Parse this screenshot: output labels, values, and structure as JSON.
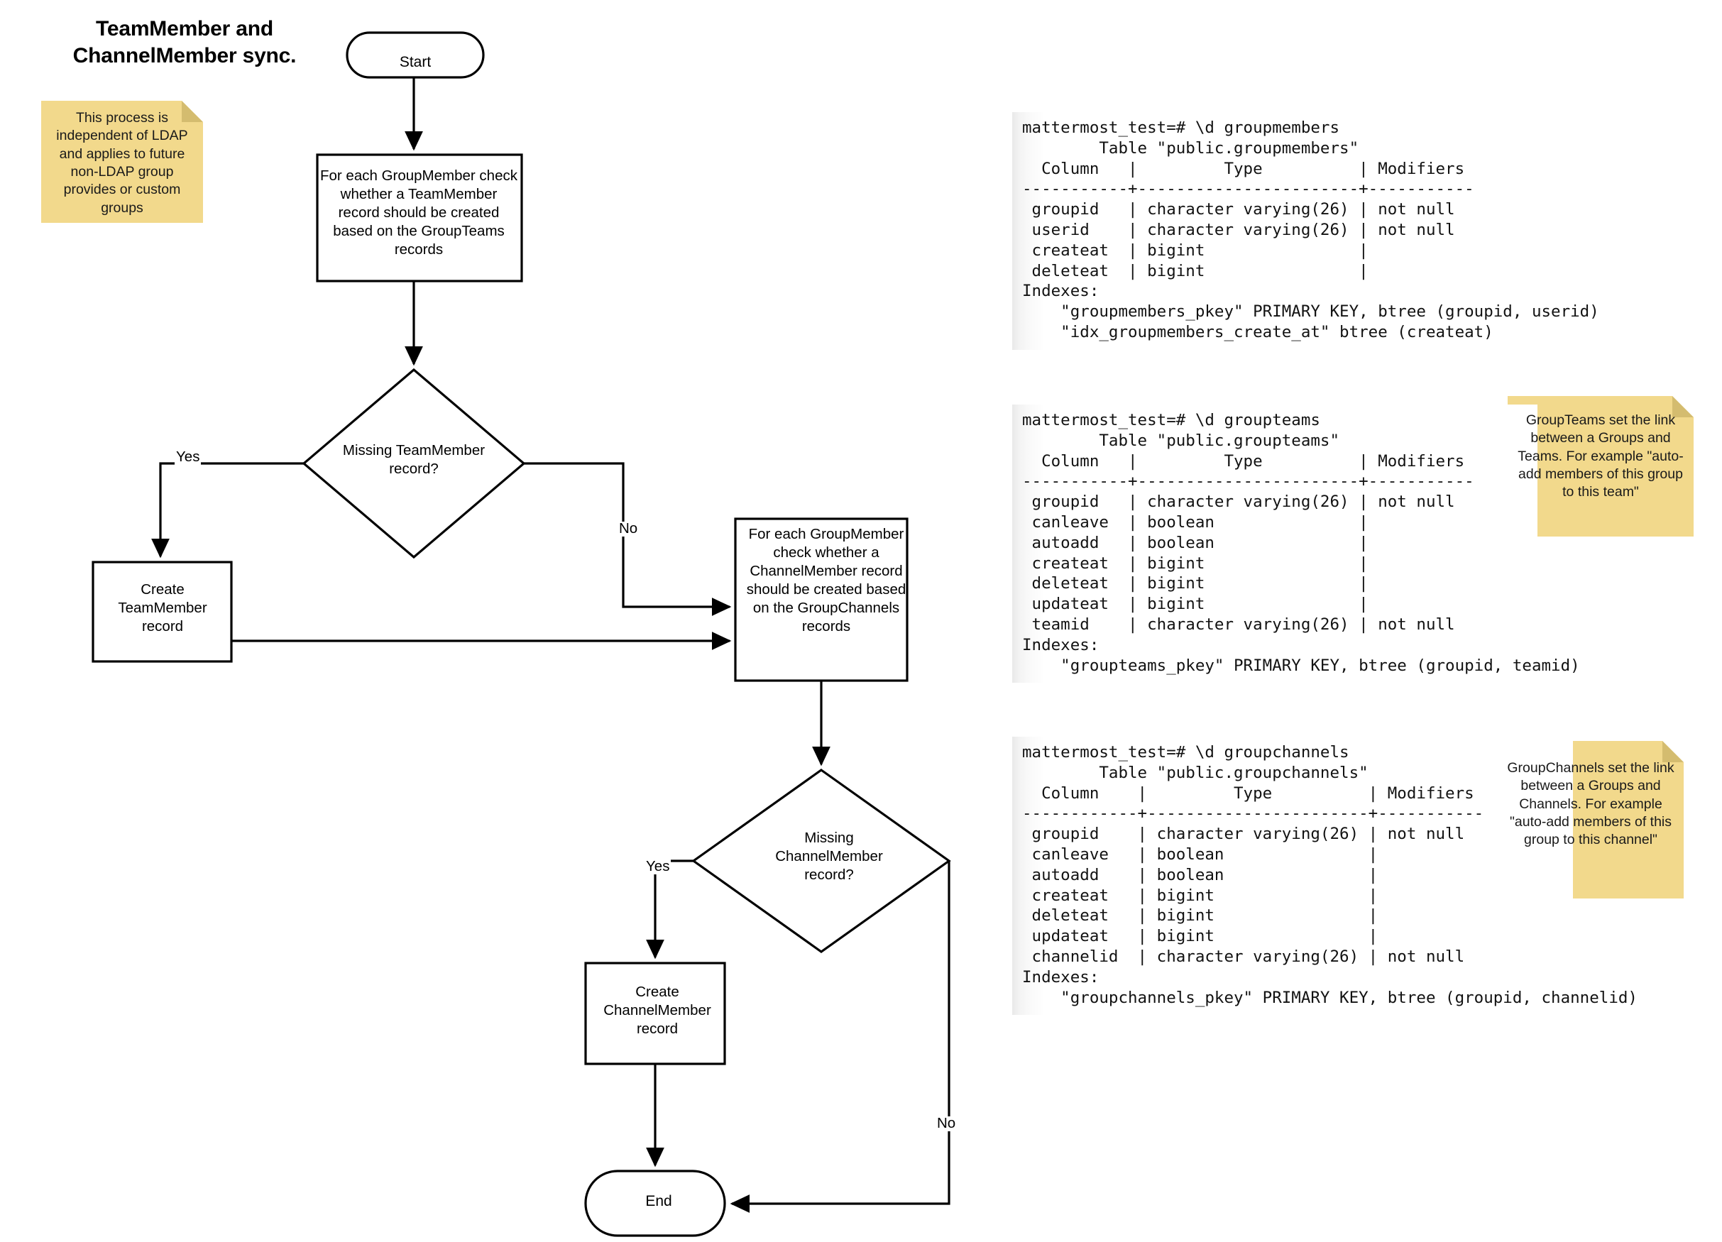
{
  "diagram": {
    "title": "TeamMember and ChannelMember sync.",
    "nodes": {
      "start": "Start",
      "process_teammember": "For each GroupMember check whether a TeamMember record should be created based on the GroupTeams records",
      "decision_teammember": "Missing TeamMember record?",
      "create_teammember": "Create TeamMember record",
      "process_channelmember": "For each GroupMember check whether a ChannelMember record should be created based on the GroupChannels records",
      "decision_channelmember": "Missing ChannelMember record?",
      "create_channelmember": "Create ChannelMember record",
      "end": "End"
    },
    "edges": {
      "yes_teammember": "Yes",
      "no_teammember": "No",
      "yes_channelmember": "Yes",
      "no_channelmember": "No"
    }
  },
  "notes": [
    {
      "id": "ldap-note",
      "text": "This process is independent of LDAP and applies to future non-LDAP group provides or custom groups"
    },
    {
      "id": "groupteams-note",
      "text": "GroupTeams set the link between a Groups and Teams. For example \"auto-add members of this group to this team\""
    },
    {
      "id": "groupchannels-note",
      "text": "GroupChannels set the link between a Groups and Channels. For example \"auto-add members of this group to this channel\""
    }
  ],
  "terminals": [
    {
      "id": "groupmembers",
      "prompt": "mattermost_test=# \\d groupmembers",
      "text": "mattermost_test=# \\d groupmembers\n        Table \"public.groupmembers\"\n  Column   |         Type          | Modifiers\n-----------+-----------------------+-----------\n groupid   | character varying(26) | not null\n userid    | character varying(26) | not null\n createat  | bigint                |\n deleteat  | bigint                |\nIndexes:\n    \"groupmembers_pkey\" PRIMARY KEY, btree (groupid, userid)\n    \"idx_groupmembers_create_at\" btree (createat)"
    },
    {
      "id": "groupteams",
      "prompt": "mattermost_test=# \\d groupteams",
      "text": "mattermost_test=# \\d groupteams\n        Table \"public.groupteams\"\n  Column   |         Type          | Modifiers\n-----------+-----------------------+-----------\n groupid   | character varying(26) | not null\n canleave  | boolean               |\n autoadd   | boolean               |\n createat  | bigint                |\n deleteat  | bigint                |\n updateat  | bigint                |\n teamid    | character varying(26) | not null\nIndexes:\n    \"groupteams_pkey\" PRIMARY KEY, btree (groupid, teamid)"
    },
    {
      "id": "groupchannels",
      "prompt": "mattermost_test=# \\d groupchannels",
      "text": "mattermost_test=# \\d groupchannels\n        Table \"public.groupchannels\"\n  Column    |         Type          | Modifiers\n------------+-----------------------+-----------\n groupid    | character varying(26) | not null\n canleave   | boolean               |\n autoadd    | boolean               |\n createat   | bigint                |\n deleteat   | bigint                |\n updateat   | bigint                |\n channelid  | character varying(26) | not null\nIndexes:\n    \"groupchannels_pkey\" PRIMARY KEY, btree (groupid, channelid)"
    }
  ],
  "colors": {
    "sticky_bg": "#f2d98c",
    "sticky_fold": "#d4bc6f",
    "stroke": "#000000",
    "terminal_text": "#121212"
  }
}
